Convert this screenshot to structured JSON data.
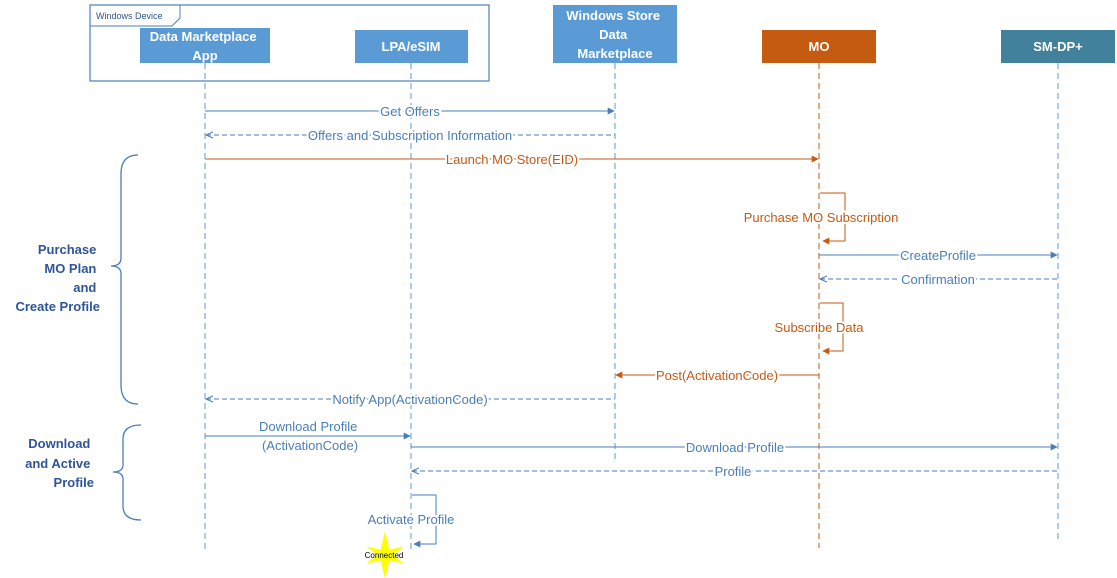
{
  "device_group": "Windows Device",
  "participants": {
    "app": [
      "Data Marketplace",
      "App"
    ],
    "lpa": [
      "LPA/eSIM"
    ],
    "store": [
      "Windows Store",
      "Data",
      "Marketplace"
    ],
    "mo": [
      "MO"
    ],
    "smdp": [
      "SM-DP+"
    ]
  },
  "messages": {
    "get_offers": "Get Offers",
    "offers_info": "Offers and Subscription Information",
    "launch_store": "Launch MO Store(EID)",
    "purchase_sub": "Purchase MO Subscription",
    "create_profile": "CreateProfile",
    "confirmation": "Confirmation",
    "subscribe_data": "Subscribe Data",
    "post_code": "Post(ActivationCode)",
    "notify_app": "Notify App(ActivationCode)",
    "download_profile_1": [
      "Download Profile",
      "(ActivationCode)"
    ],
    "download_profile_2": "Download Profile",
    "profile": "Profile",
    "activate_profile": "Activate Profile",
    "connected": "Connected"
  },
  "groups": {
    "purchase": [
      "Purchase",
      "MO Plan",
      "and",
      "Create Profile"
    ],
    "download": [
      "Download",
      "and Active",
      "Profile"
    ]
  },
  "colors": {
    "blue_box": "#5b9bd5",
    "mo_box": "#c55a11",
    "smdp_box": "#41819c",
    "blue_line": "#4a7ebb",
    "orange_line": "#c55a11",
    "group_text": "#2e5597",
    "star": "#ffff00"
  }
}
